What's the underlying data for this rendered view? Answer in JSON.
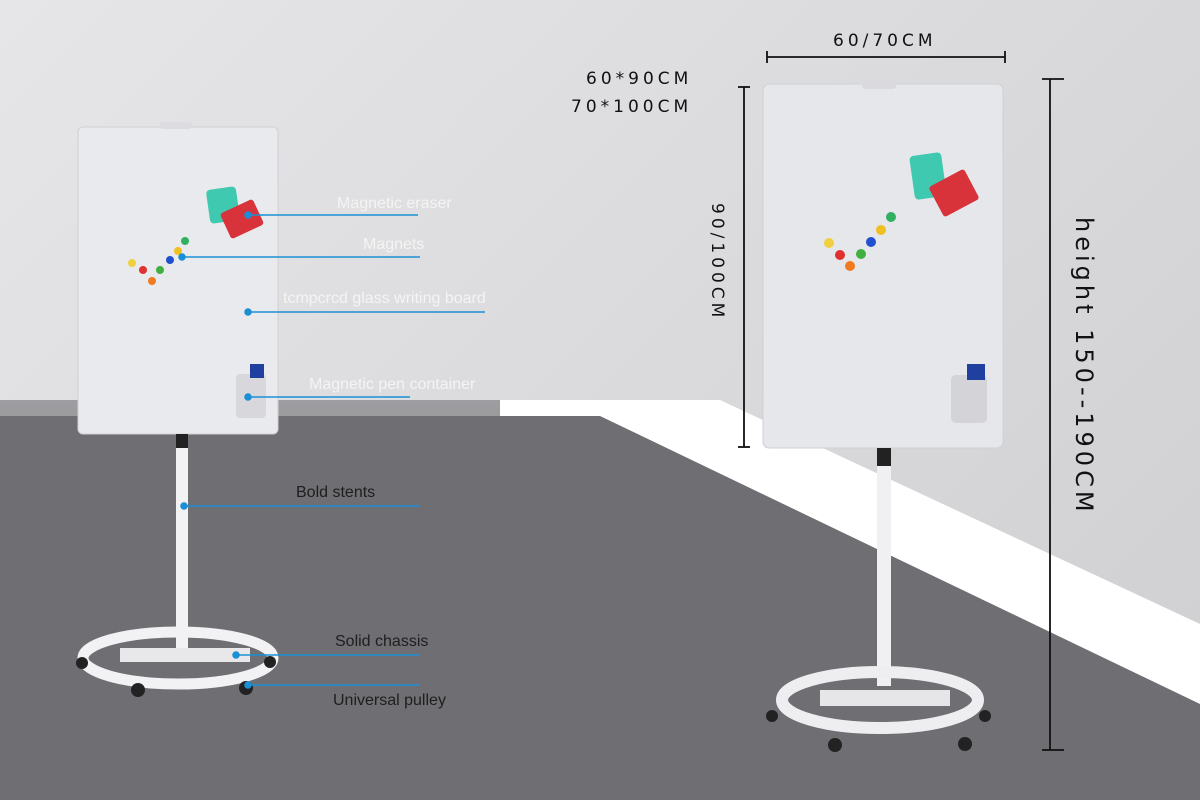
{
  "left_panel": {
    "labels": {
      "eraser": "Magnetic eraser",
      "magnets": "Magnets",
      "board": "tcmpcrcd glass writing board",
      "pen_container": "Magnetic pen container",
      "stents": "Bold stents",
      "chassis": "Solid chassis",
      "pulley": "Universal pulley"
    },
    "callout_color": "#1a8fd6"
  },
  "right_panel": {
    "width_label": "60/70CM",
    "sizes": [
      "60*90CM",
      "70*100CM"
    ],
    "board_height_label": "90/100CM",
    "total_height_label": "height 150--190CM"
  }
}
